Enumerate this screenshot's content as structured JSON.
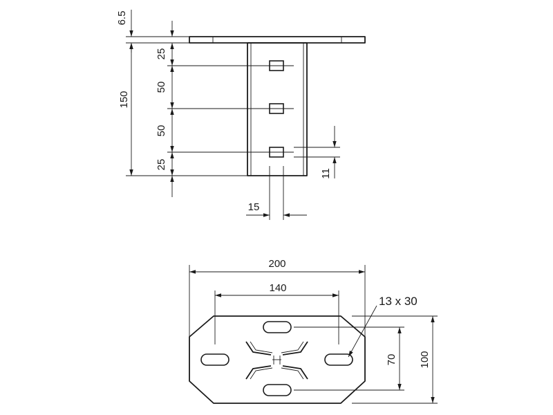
{
  "side_view": {
    "dims": {
      "flange_thickness": "6.5",
      "total_height": "150",
      "top_offset": "25",
      "pitch_1": "50",
      "pitch_2": "50",
      "bottom_offset": "25",
      "slot_height": "11",
      "slot_width": "15"
    }
  },
  "top_view": {
    "dims": {
      "overall_width": "200",
      "slot_spacing": "140",
      "slot_size": "13 x 30",
      "slot_pitch": "70",
      "overall_depth": "100"
    }
  }
}
